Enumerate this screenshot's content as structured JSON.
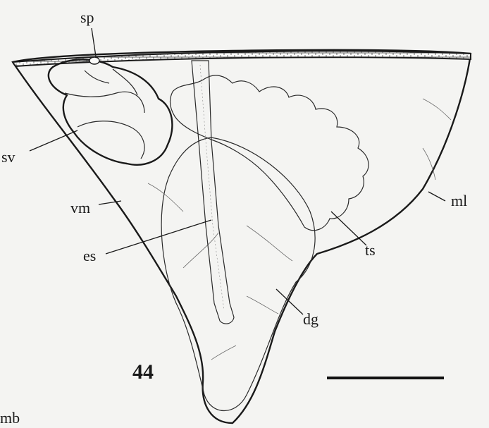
{
  "figure": {
    "number": "44",
    "labels": {
      "sp": "sp",
      "sv": "sv",
      "vm": "vm",
      "es": "es",
      "ml": "ml",
      "ts": "ts",
      "dg": "dg",
      "mb": "mb"
    }
  }
}
